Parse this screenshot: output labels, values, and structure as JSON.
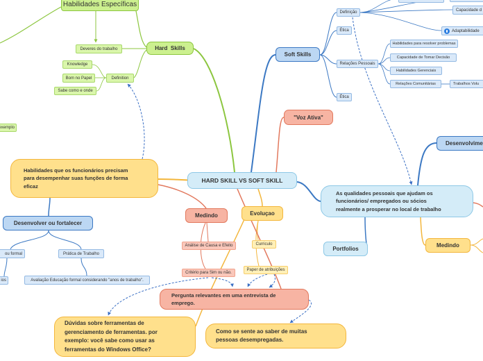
{
  "central": {
    "label": "HARD SKILL VS SOFT SKILL"
  },
  "hard_skills": {
    "label": "Hard  Skills",
    "specific": "Habilidades Específicas",
    "duties": "Deveres do trabalho",
    "definition": {
      "label": "Definition",
      "items": [
        "Knowledge",
        "Bom no Papel",
        "Sabe como e onde"
      ]
    },
    "example": "exemplo"
  },
  "hard_description": {
    "lines": [
      "Habilidades que os funcionários precisam",
      "para desempenhar suas funções de forma",
      "eficaz"
    ]
  },
  "develop": {
    "label": "Desenvolver ou fortalecer",
    "items": [
      {
        "label": "ou formal",
        "child": "ios"
      },
      {
        "label": "Prática de Trabalho",
        "child": "Avaliação Educação formal considerando \"anos de trabalho\"."
      }
    ]
  },
  "measure_left": {
    "label": "Medindo",
    "items": [
      "Análise de Causa e Efeito",
      "Critério para Sim ou não."
    ]
  },
  "evolution": {
    "label": "Evoluçao",
    "items": [
      "Curriculo",
      "Paper de atribuições"
    ]
  },
  "interview_question": {
    "lines": [
      "Pergunta relevantes em uma entrevista de",
      "emprego."
    ]
  },
  "tools_question": {
    "lines": [
      "Dúvidas sobre ferramentas de",
      "gerenciamento de ferramentas. por",
      "exemplo: você sabe como usar as",
      "ferramentas do Windows Office?"
    ]
  },
  "feeling_question": {
    "lines": [
      "Como se sente ao saber de muitas",
      "pessoas desempregadas."
    ]
  },
  "active_voice": {
    "label": "\"Voz Ativa\""
  },
  "soft_skills": {
    "label": "Soft Skills",
    "definition": {
      "label": "Definição",
      "items": [
        "Capacidade d",
        "Adaptabilidade"
      ],
      "icon": "info-icon"
    },
    "ethics": [
      "Ética",
      "Ética"
    ],
    "relations": {
      "label": "Relações Pessoais",
      "items": [
        "Habilidades para resolver problemas",
        "Capacidade de Tomar Decisão",
        "Habilidades Gerenciais",
        "Relações Comunitárias"
      ],
      "community_child": "Trabalhos Volu"
    }
  },
  "soft_description": {
    "lines": [
      "As qualidades pessoais que ajudam os",
      "funcionários/ empregados ou sócios",
      "realmente a prosperar no local de trabalho"
    ]
  },
  "development": {
    "label": "Desenvolvime"
  },
  "portfolios": {
    "label": "Portfolios"
  },
  "measure_right": {
    "label": "Medindo"
  },
  "colors": {
    "hard": "#8cc63f",
    "soft": "#3b78c3",
    "evolution": "#f3b63c",
    "measure": "#e2785d",
    "central": "#8dc8e6",
    "dashed": "#3a6fc4"
  }
}
